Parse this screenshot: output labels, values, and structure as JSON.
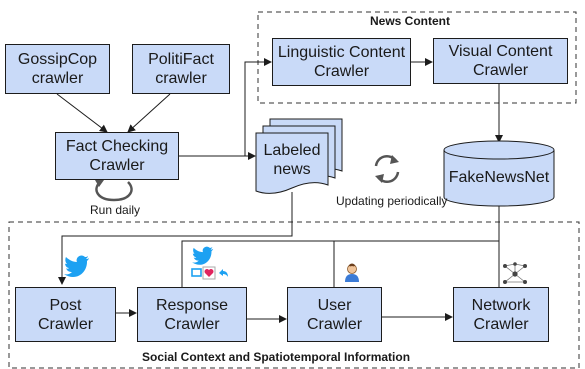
{
  "sections": {
    "news_content": "News Content",
    "social_context": "Social Context and Spatiotemporal Information"
  },
  "nodes": {
    "gossipcop": "GossipCop\ncrawler",
    "politifact": "PolitiFact\ncrawler",
    "fact_checking": "Fact Checking\nCrawler",
    "linguistic": "Linguistic Content\nCrawler",
    "visual": "Visual Content\nCrawler",
    "labeled_news": "Labeled\nnews",
    "fakenewsnet": "FakeNewsNet",
    "post": "Post\nCrawler",
    "response": "Response\nCrawler",
    "user": "User\nCrawler",
    "network": "Network\nCrawler"
  },
  "captions": {
    "run_daily": "Run daily",
    "updating": "Updating periodically"
  },
  "icons": [
    "twitter-bird-icon",
    "response-actions-icon",
    "user-avatar-icon",
    "network-graph-icon",
    "refresh-cycle-icon",
    "loop-arrow-icon"
  ],
  "colors": {
    "box_fill": "#c9daf8",
    "twitter_blue": "#1da1f2",
    "line": "#1c1c1c"
  }
}
